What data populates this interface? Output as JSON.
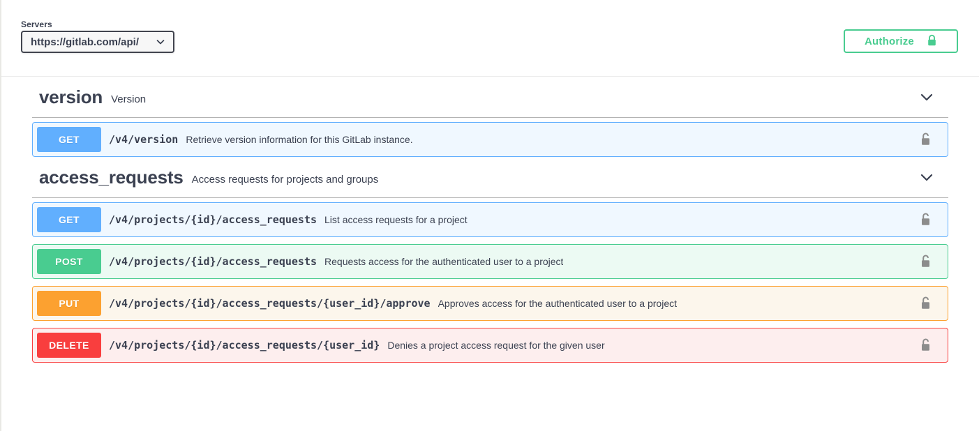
{
  "scheme_bar": {
    "servers_label": "Servers",
    "server_value": "https://gitlab.com/api/",
    "server_caret_icon": "chevron-down-icon",
    "authorize_label": "Authorize",
    "authorize_icon": "lock-closed-icon"
  },
  "colors": {
    "get": "#61affe",
    "post": "#49cc90",
    "put": "#fca130",
    "delete": "#f93e3e",
    "authorize_green": "#49cc90",
    "text": "#3b4151",
    "lock_gray": "#8c8c8c"
  },
  "sections": [
    {
      "title": "version",
      "description": "Version",
      "chevron_icon": "chevron-down-icon",
      "operations": [
        {
          "method": "GET",
          "method_key": "get",
          "path": "/v4/version",
          "summary": "Retrieve version information for this GitLab instance.",
          "lock_icon": "lock-open-icon"
        }
      ]
    },
    {
      "title": "access_requests",
      "description": "Access requests for projects and groups",
      "chevron_icon": "chevron-down-icon",
      "operations": [
        {
          "method": "GET",
          "method_key": "get",
          "path": "/v4/projects/{id}/access_requests",
          "summary": "List access requests for a project",
          "lock_icon": "lock-open-icon"
        },
        {
          "method": "POST",
          "method_key": "post",
          "path": "/v4/projects/{id}/access_requests",
          "summary": "Requests access for the authenticated user to a project",
          "lock_icon": "lock-open-icon"
        },
        {
          "method": "PUT",
          "method_key": "put",
          "path": "/v4/projects/{id}/access_requests/{user_id}/approve",
          "summary": "Approves access for the authenticated user to a project",
          "lock_icon": "lock-open-icon"
        },
        {
          "method": "DELETE",
          "method_key": "delete",
          "path": "/v4/projects/{id}/access_requests/{user_id}",
          "summary": "Denies a project access request for the given user",
          "lock_icon": "lock-open-icon"
        }
      ]
    }
  ]
}
